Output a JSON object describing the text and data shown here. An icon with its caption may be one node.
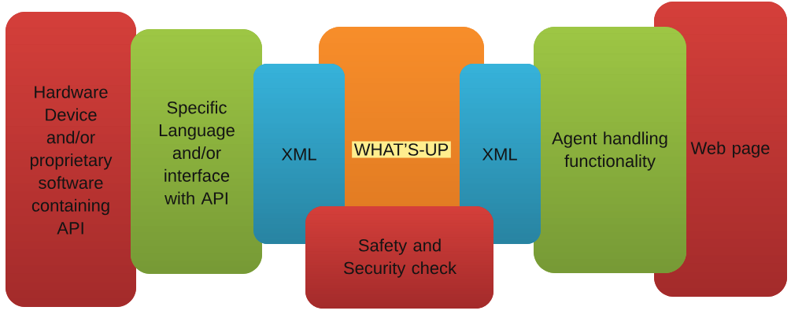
{
  "diagram": {
    "nodes": [
      {
        "text": [
          "Hardware Device and/or proprietary software containing API"
        ]
      },
      {
        "text": [
          "Specific Language and/or interface with API"
        ]
      },
      {
        "text": [
          "XML"
        ]
      },
      {
        "text": [
          "WHAT’S-UP"
        ]
      },
      {
        "text": [
          "Safety and Security check"
        ]
      },
      {
        "text": [
          "XML"
        ]
      },
      {
        "text": [
          "Agent handling functionality"
        ]
      },
      {
        "text": [
          "Web page"
        ]
      }
    ]
  }
}
